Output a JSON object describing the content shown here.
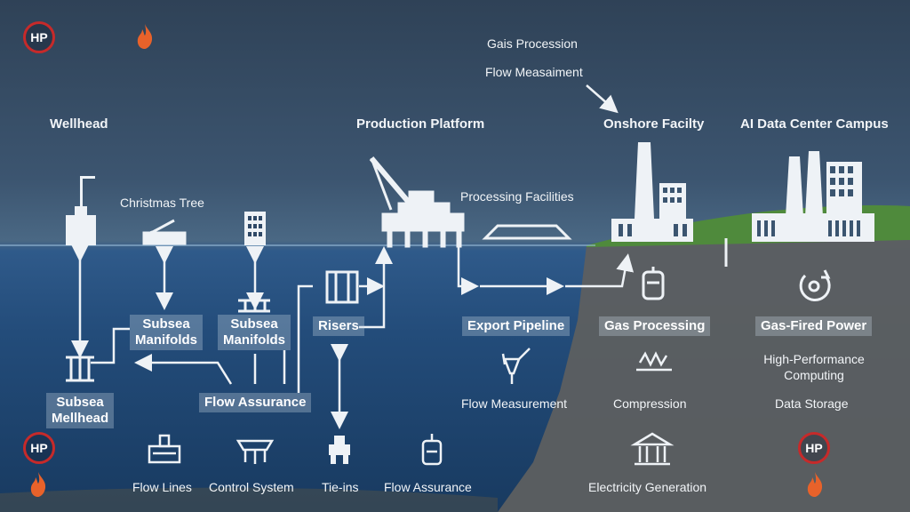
{
  "badges": {
    "hp_label": "HP"
  },
  "headings": {
    "wellhead": "Wellhead",
    "production_platform": "Production Platform",
    "onshore_facility": "Onshore Facilty",
    "ai_campus": "AI Data Center Campus"
  },
  "top_notes": {
    "gas_procession": "Gais Procession",
    "flow_measaiment": "Flow Measaiment"
  },
  "labels": {
    "christmas_tree": "Christmas Tree",
    "processing_facilities": "Processing Facilities",
    "flow_measurement": "Flow Measurement",
    "compression": "Compression",
    "high_performance_computing": "High-Performance\nComputing",
    "data_storage": "Data Storage",
    "flow_lines": "Flow Lines",
    "control_system": "Control System",
    "tie_ins": "Tie-ins",
    "flow_assurance_bottom": "Flow Assurance",
    "electricity_generation": "Electricity Generation"
  },
  "boxes": {
    "subsea_manifolds_1": "Subsea\nManifolds",
    "subsea_manifolds_2": "Subsea\nManifolds",
    "risers": "Risers",
    "subsea_mellhead": "Subsea\nMellhead",
    "flow_assurance": "Flow Assurance",
    "export_pipeline": "Export Pipeline",
    "gas_processing": "Gas Processing",
    "gas_fired_power": "Gas-Fired Power"
  },
  "colors": {
    "badge_ring": "#c62a2a",
    "flame": "#e8622a",
    "land": "#4f8a3c"
  }
}
